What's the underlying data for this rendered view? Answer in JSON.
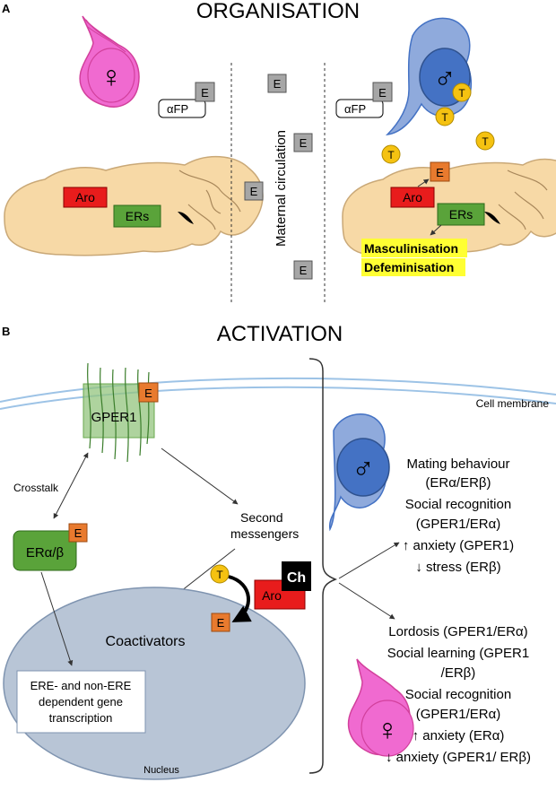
{
  "panel_a": {
    "letter": "A",
    "title": "ORGANISATION",
    "female_symbol": "♀",
    "male_symbol": "♂",
    "afp_label": "αFP",
    "e_label": "E",
    "t_label": "T",
    "aro_label": "Aro",
    "ers_label": "ERs",
    "maternal_circulation": "Maternal circulation",
    "outcome_line1": "Masculinisation",
    "outcome_line2": "Defeminisation"
  },
  "panel_b": {
    "letter": "B",
    "title": "ACTIVATION",
    "cell_membrane": "Cell membrane",
    "gper1": "GPER1",
    "e_label": "E",
    "crosstalk": "Crosstalk",
    "er_ab": "ERα/β",
    "second_messengers_1": "Second",
    "second_messengers_2": "messengers",
    "t_label": "T",
    "aro_label": "Aro",
    "ch_label": "Ch",
    "coactivators": "Coactivators",
    "ere_line1": "ERE- and non-ERE",
    "ere_line2": "dependent gene",
    "ere_line3": "transcription",
    "nucleus": "Nucleus",
    "male_symbol": "♂",
    "female_symbol": "♀",
    "male_effects": [
      "Mating behaviour",
      "(ERα/ERβ)",
      "Social recognition",
      "(GPER1/ERα)",
      "↑ anxiety (GPER1)",
      "↓ stress (ERβ)"
    ],
    "female_effects": [
      "Lordosis (GPER1/ERα)",
      "Social learning (GPER1",
      "/ERβ)",
      "Social recognition",
      "(GPER1/ERα)",
      "↑ anxiety (ERα)",
      "↓ anxiety (GPER1/ ERβ)"
    ]
  },
  "colors": {
    "brain": "#f7d9a6",
    "aro": "#e81c1c",
    "ers": "#5aa33a",
    "e_box_grey": "#a6a6a6",
    "e_box_orange": "#e87a2e",
    "t_circle": "#f5c211",
    "female_pink": "#f06ad0",
    "male_blue": "#4472c4",
    "nucleus": "#b8c5d6",
    "highlight": "#ffff33"
  }
}
